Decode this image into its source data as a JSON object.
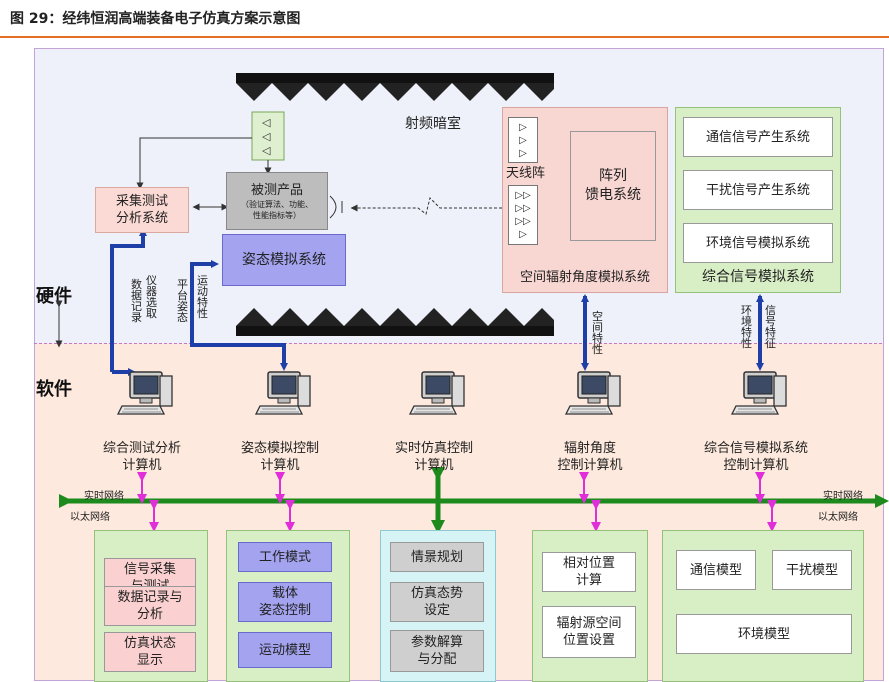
{
  "figure_title": "图 29：经纬恒润高端装备电子仿真方案示意图",
  "zones": {
    "hardware": "硬件",
    "software": "软件"
  },
  "chamber": {
    "label": "射频暗室"
  },
  "hardware": {
    "acquisition": "采集测试\n分析系统",
    "dut_title": "被测产品",
    "dut_sub": "（验证算法、功能、\n性能指标等）",
    "attitude_sim": "姿态模拟系统",
    "array_feed": "阵列\n馈电系统",
    "antenna_array": "天线阵",
    "spatial_sim": "空间辐射角度模拟系统",
    "comm_gen": "通信信号产生系统",
    "jam_gen": "干扰信号产生系统",
    "env_sim": "环境信号模拟系统",
    "integrated_sim": "综合信号模拟系统"
  },
  "links": {
    "instrument_record": "仪器选取",
    "data_record": "数据记录",
    "platform_attitude": "平台姿态",
    "motion_char": "运动特性",
    "space_char": "空间特性",
    "env_char": "环境特性",
    "signal_char": "信号特征"
  },
  "computers": [
    {
      "label": "综合测试分析\n计算机"
    },
    {
      "label": "姿态模拟控制\n计算机"
    },
    {
      "label": "实时仿真控制\n计算机"
    },
    {
      "label": "辐射角度\n控制计算机"
    },
    {
      "label": "综合信号模拟系统\n控制计算机"
    }
  ],
  "network": {
    "realtime": "实时网络",
    "ethernet": "以太网络"
  },
  "software": {
    "col1": [
      "信号采集\n与测试",
      "数据记录与\n分析",
      "仿真状态\n显示"
    ],
    "col2": [
      "工作模式",
      "载体\n姿态控制",
      "运动模型"
    ],
    "col3": [
      "情景规划",
      "仿真态势\n设定",
      "参数解算\n与分配"
    ],
    "col4": [
      "相对位置\n计算",
      "辐射源空间\n位置设置"
    ],
    "col5": [
      "通信模型",
      "干扰模型",
      "环境模型"
    ]
  },
  "colors": {
    "accent_rule": "#e36f22",
    "blue_arrow": "#1f3fa8",
    "green_bus": "#1c8a1c",
    "magenta_link": "#e02fd8"
  }
}
